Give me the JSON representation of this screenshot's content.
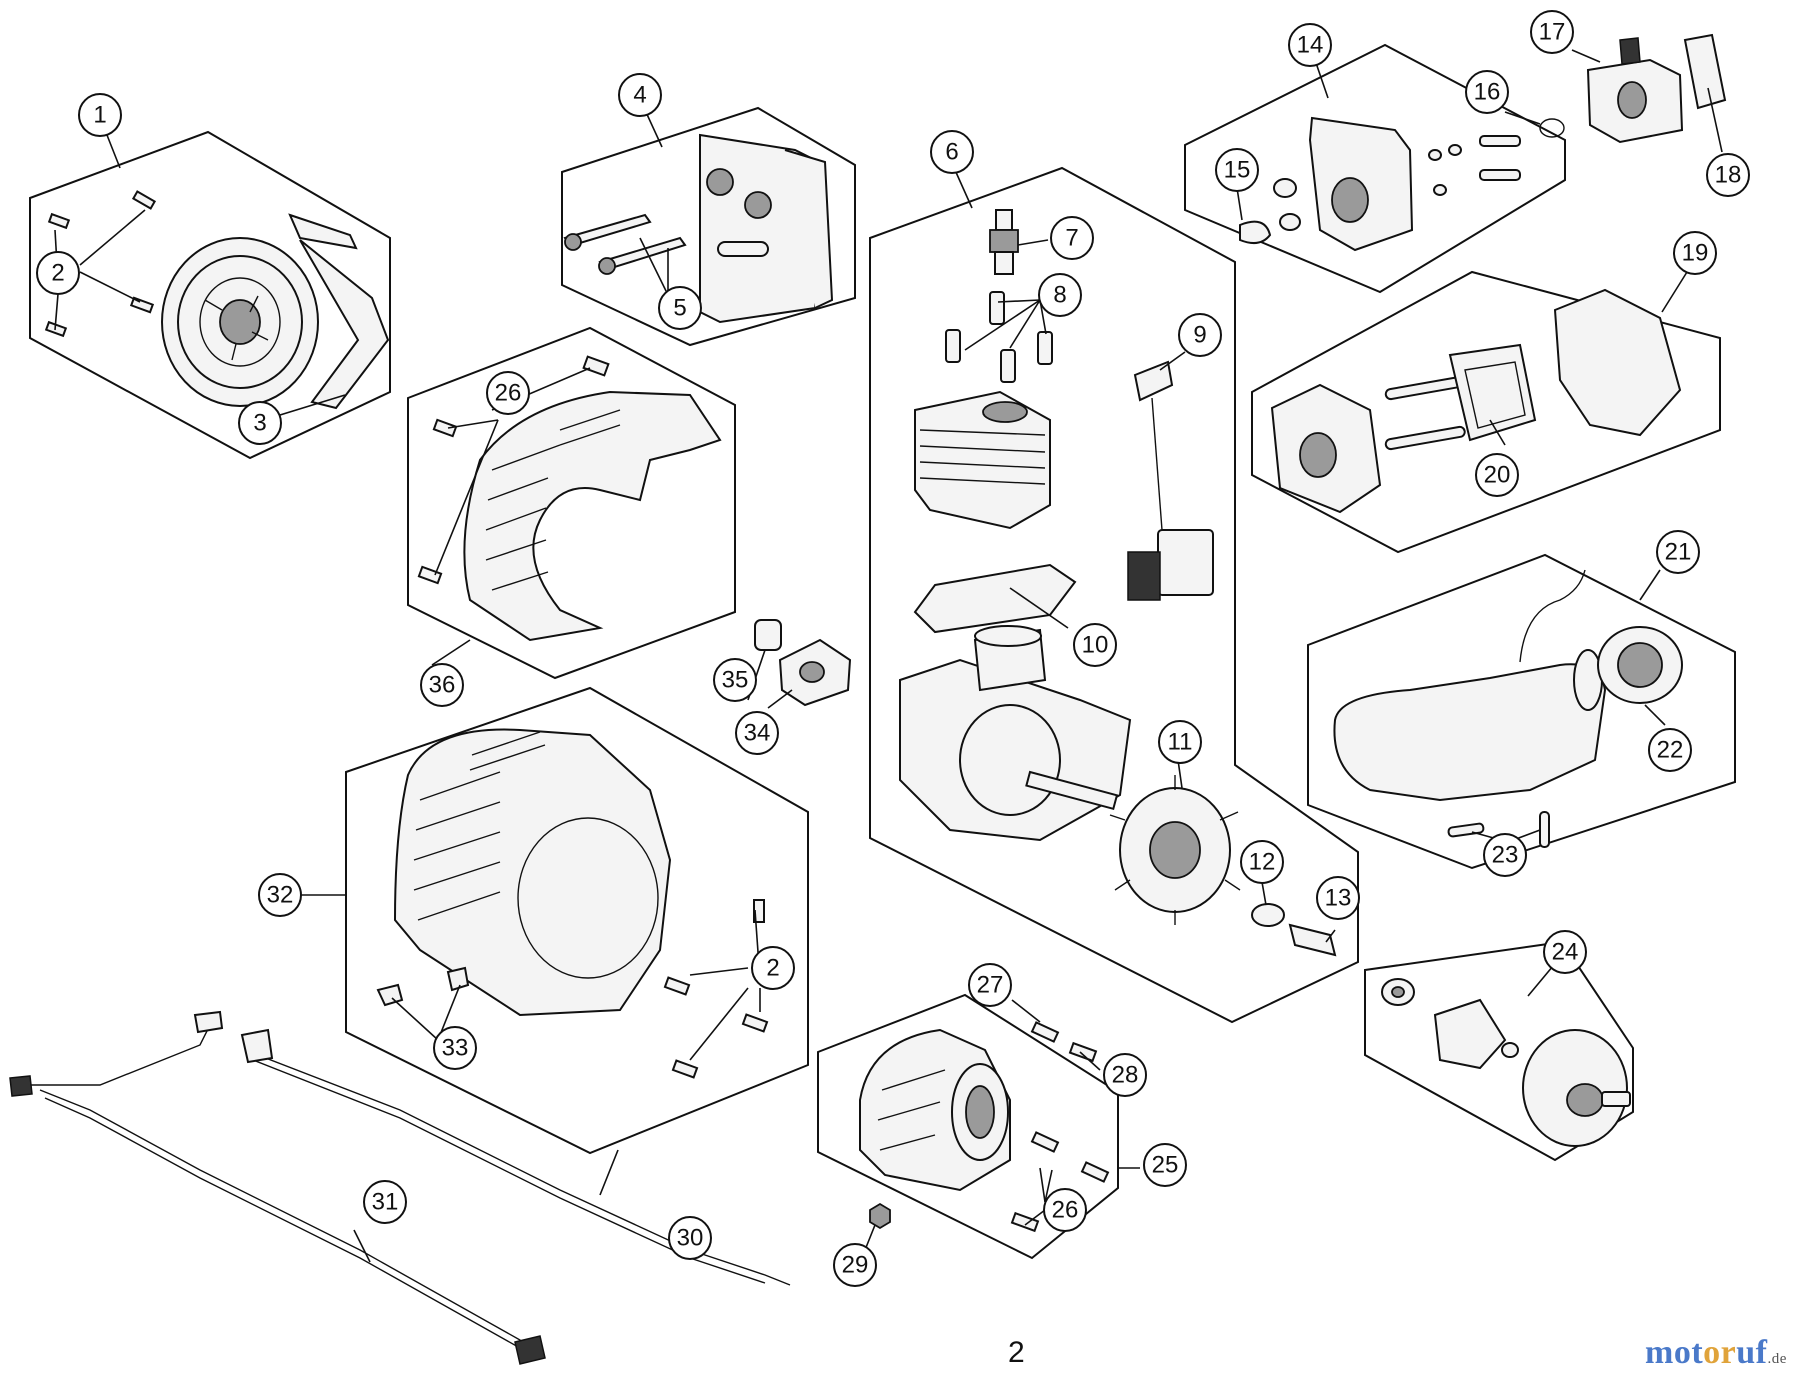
{
  "page": {
    "number": "2"
  },
  "watermark": {
    "letters": [
      {
        "char": "m",
        "color": "#4a79c9"
      },
      {
        "char": "o",
        "color": "#4a79c9"
      },
      {
        "char": "t",
        "color": "#4a79c9"
      },
      {
        "char": "o",
        "color": "#e0a33a"
      },
      {
        "char": "r",
        "color": "#e0a33a"
      },
      {
        "char": "u",
        "color": "#4a79c9"
      },
      {
        "char": "f",
        "color": "#4a79c9"
      }
    ],
    "tld": ".de"
  },
  "callouts": [
    "1",
    "2",
    "3",
    "4",
    "5",
    "6",
    "7",
    "8",
    "9",
    "10",
    "11",
    "12",
    "13",
    "14",
    "15",
    "16",
    "17",
    "18",
    "19",
    "20",
    "21",
    "22",
    "23",
    "24",
    "25",
    "26",
    "27",
    "28",
    "29",
    "30",
    "31",
    "32",
    "33",
    "34",
    "35",
    "36",
    "2",
    "26"
  ]
}
